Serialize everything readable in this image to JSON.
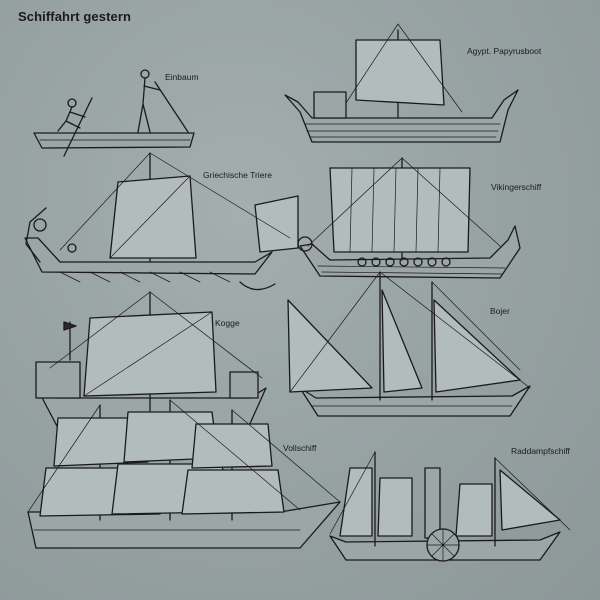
{
  "page_title": "Schiffahrt gestern",
  "ships": [
    {
      "id": "einbaum",
      "label": "Einbaum"
    },
    {
      "id": "papyrusboot",
      "label": "Agypt. Papyrusboot"
    },
    {
      "id": "triere",
      "label": "Griechische Triere"
    },
    {
      "id": "vikingerschiff",
      "label": "Vikingerschiff"
    },
    {
      "id": "kogge",
      "label": "Kogge"
    },
    {
      "id": "bojer",
      "label": "Bojer"
    },
    {
      "id": "vollschiff",
      "label": "Vollschiff"
    },
    {
      "id": "raddampfschiff",
      "label": "Raddampfschiff"
    }
  ]
}
